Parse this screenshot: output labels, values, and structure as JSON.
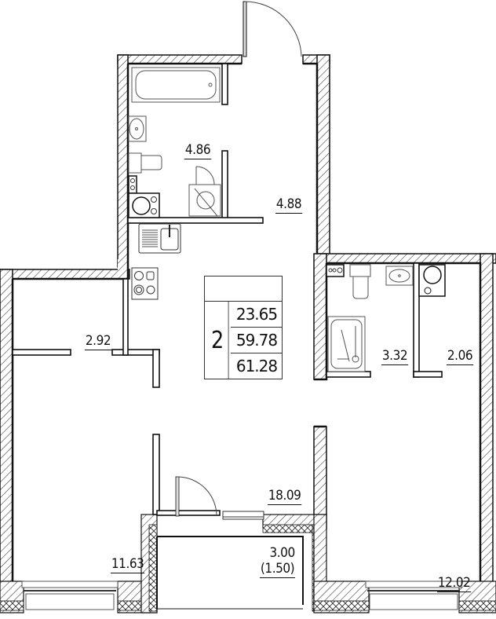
{
  "plan": {
    "title": "Apartment floor plan",
    "colors": {
      "wall": "#111111",
      "hatch": "#222222",
      "fixture": "#555555",
      "background": "#ffffff"
    }
  },
  "summary": {
    "rooms_count": "2",
    "living_area": "23.65",
    "total_area": "59.78",
    "total_area_with_balcony": "61.28"
  },
  "rooms": [
    {
      "id": "bathroom-1",
      "area": "4.86"
    },
    {
      "id": "hallway",
      "area": "4.88"
    },
    {
      "id": "closet",
      "area": "2.92"
    },
    {
      "id": "bathroom-2",
      "area": "3.32"
    },
    {
      "id": "wardrobe",
      "area": "2.06"
    },
    {
      "id": "kitchen-living",
      "area": "18.09"
    },
    {
      "id": "balcony",
      "area": "3.00",
      "reduced_area": "(1.50)"
    },
    {
      "id": "bedroom-left",
      "area": "11.63"
    },
    {
      "id": "bedroom-right",
      "area": "12.02"
    }
  ],
  "icons": [
    "bathtub-icon",
    "sink-icon",
    "toilet-icon",
    "washing-machine-icon",
    "boiler-icon",
    "kitchen-sink-icon",
    "stove-icon",
    "door-swing-icon",
    "window-icon",
    "shower-tray-icon"
  ]
}
